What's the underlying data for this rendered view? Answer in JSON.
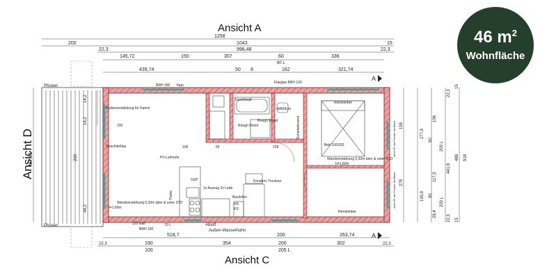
{
  "views": {
    "a": "Ansicht A",
    "c": "Ansicht C",
    "d": "Ansicht D"
  },
  "badge": {
    "area_value": "46 m",
    "area_sup": "2",
    "subtitle": "Wohnfläche",
    "color": "#24402c"
  },
  "section_marker": "A",
  "top_dims": {
    "overall": [
      "1258"
    ],
    "row1": [
      "200",
      "1043",
      "15"
    ],
    "row2": [
      "22,3",
      "998,48",
      "22,3"
    ],
    "row3": [
      "145,72",
      "150",
      "307",
      "60",
      "336"
    ],
    "row3_sub": [
      "80 L"
    ],
    "row4": [
      "439,74",
      "50",
      "8",
      "162",
      "321,74"
    ]
  },
  "bottom_dims": {
    "row1": [
      "518,7",
      "200",
      "263,74"
    ],
    "row2": [
      "22,3",
      "190",
      "354",
      "200",
      "302",
      "22,3"
    ],
    "row3": [
      "100",
      "205 L"
    ],
    "labels": [
      "120 stair",
      "BRH 100",
      "70 L",
      "Abluft",
      "Außen-Wasserhahn"
    ]
  },
  "left_dims": [
    "487,81",
    "200",
    "14,2",
    "44,2",
    "14,2"
  ],
  "right_dims": {
    "col1": [
      "155",
      "278",
      "106"
    ],
    "col2": [
      "277,9",
      "155,9",
      "117,5",
      "28,4"
    ],
    "col3": [
      "90",
      "200 L",
      "90",
      "200 L"
    ],
    "col4": [
      "22,3",
      "441,8",
      "22,3"
    ],
    "col5": [
      "15",
      "488",
      "15"
    ],
    "col6": [
      "518"
    ]
  },
  "rooms": {
    "terrace_top": "Pfosten",
    "terrace_bottom": "Pfosten",
    "reinforcement_kamin": "Bodenverstärkung für Kamin",
    "reinforcement_wall": "Wandverstärkung 0,30m über & unter STD",
    "hinge": "Tieschließlau",
    "pv": "PV-Lehmohr",
    "gsp": "GSP",
    "stove": "Herd",
    "oven": "Backofen",
    "dishwasher": "1x Auszug 2x Lade",
    "hs": "HS",
    "ks": "KS",
    "kondens": "Kondens Trockner",
    "shower": "Duschkopf",
    "rough_wood": "Rough Wood",
    "rough_wood2": "Rough Wood",
    "wash": "WA55cm",
    "klarglas": "Klarglas BRH 120",
    "shelf": "Schiebelement",
    "bed": "Bett 160/200",
    "retrotimber_top": "Retrotimber",
    "retrotimber_bottom": "Retrotimber",
    "wall_reinf_right": "Wandverstärkung 0,30m über & unter STD",
    "window_top_left": "BRH 160",
    "window_top_mid": "fopp",
    "window_right_top": "oben 95 am Fenster dreifeuer",
    "window_right_bot": "oben 95 am Fenster dreifeuer",
    "dim_100": "100",
    "dim_105": "105",
    "dim_228": "228",
    "dim_65": "65",
    "dim_h100": "h=1,60m",
    "dim_h100b": "h=1,60m",
    "theke": "Theke"
  },
  "colors": {
    "wall_fill": "#d98080",
    "wall_stroke": "#8b1a1a",
    "glass": "#3aa6a6",
    "dim": "#333333"
  }
}
